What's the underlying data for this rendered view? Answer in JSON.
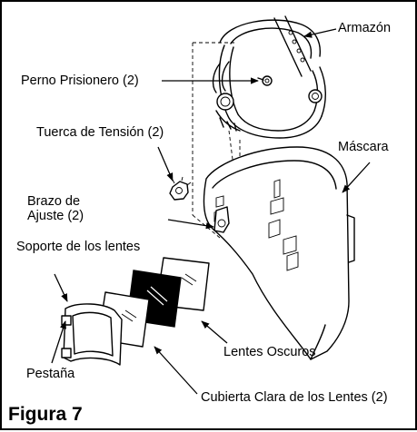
{
  "labels": {
    "armazon": "Armazón",
    "perno": "Perno Prisionero (2)",
    "tuerca": "Tuerca de Tensión (2)",
    "mascara": "Máscara",
    "brazo_line1": "Brazo de",
    "brazo_line2": "Ajuste (2)",
    "soporte": "Soporte de los lentes",
    "lentes_oscuros": "Lentes Oscuros",
    "pestana": "Pestaña",
    "cubierta": "Cubierta Clara de los Lentes (2)"
  },
  "caption": "Figura 7",
  "colors": {
    "ink": "#000000",
    "paper": "#ffffff"
  }
}
